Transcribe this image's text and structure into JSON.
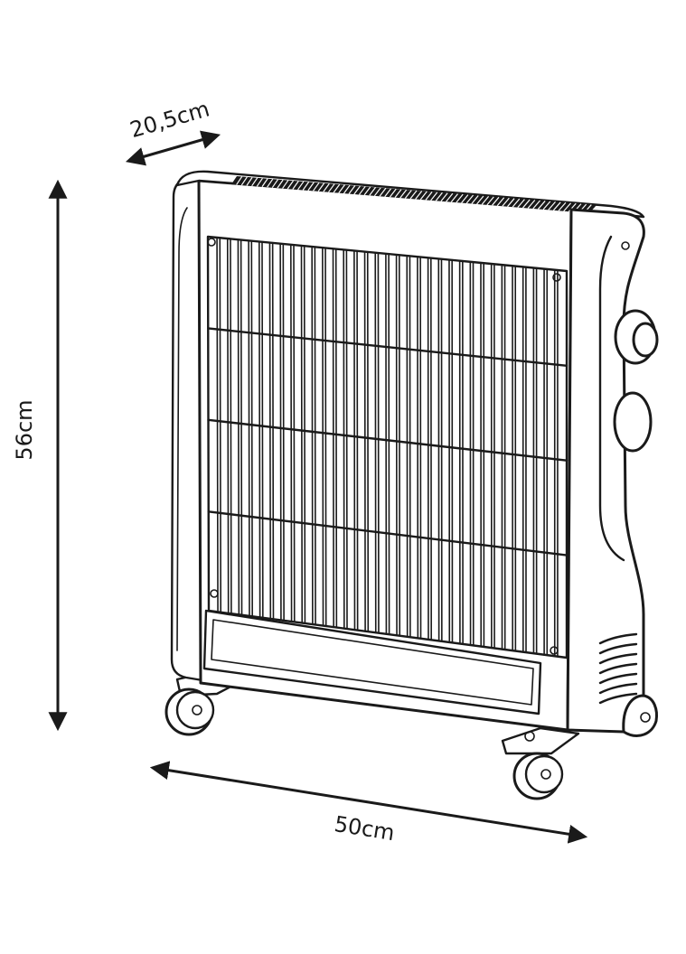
{
  "dimensions": {
    "depth": "20,5cm",
    "height": "56cm",
    "width": "50cm"
  },
  "colors": {
    "line": "#1a1a1a",
    "background": "#ffffff"
  },
  "parts": {
    "grille_vertical_bars": 34,
    "grille_horizontal_bars": 4,
    "control_knobs": 2,
    "wheels": 4
  }
}
